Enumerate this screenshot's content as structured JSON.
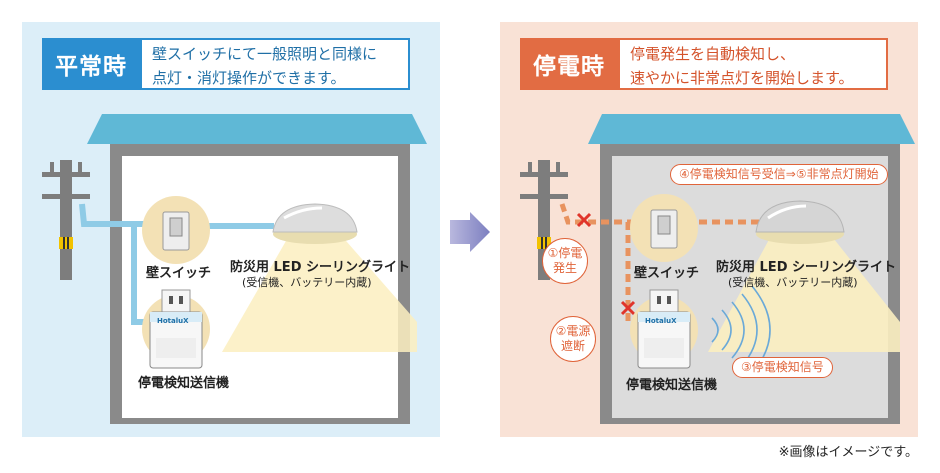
{
  "normal": {
    "badge": "平常時",
    "desc_line1": "壁スイッチにて一般照明と同様に",
    "desc_line2": "点灯・消灯操作ができます。",
    "switch_label": "壁スイッチ",
    "light_label": "防災用 LED シーリングライト",
    "light_sub": "(受信機、バッテリー内蔵)",
    "transmitter_label": "停電検知送信機",
    "device_brand": "HotaluX"
  },
  "outage": {
    "badge": "停電時",
    "desc_line1": "停電発生を自動検知し、",
    "desc_line2": "速やかに非常点灯を開始します。",
    "switch_label": "壁スイッチ",
    "light_label": "防災用 LED シーリングライト",
    "light_sub": "(受信機、バッテリー内蔵)",
    "transmitter_label": "停電検知送信機",
    "device_brand": "HotaluX",
    "step1_line1": "①停電",
    "step1_line2": "発生",
    "step2_line1": "②電源",
    "step2_line2": "遮断",
    "step3": "③停電検知信号",
    "step45": "④停電検知信号受信⇒⑤非常点灯開始"
  },
  "footnote": "※画像はイメージです。",
  "colors": {
    "normal_accent": "#2b8ed0",
    "outage_accent": "#e26c43",
    "wire_normal": "#8fcbe6",
    "wire_outage": "#e8935f"
  }
}
